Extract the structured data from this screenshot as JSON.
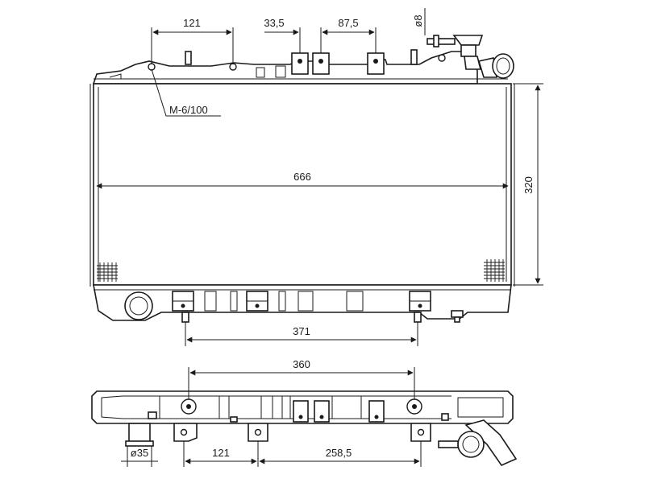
{
  "figure": {
    "dimensions": {
      "top_left_spacing": "121",
      "top_tab_pitch": "33,5",
      "top_tab_span": "87,5",
      "pipe_diameter": "ø8",
      "thread_spec": "M-6/100",
      "core_width": "666",
      "core_height": "320",
      "bottom_tab_span": "371",
      "plan_hole_span": "360",
      "plan_left_spacing": "121",
      "plan_right_spacing": "258,5",
      "outlet_diameter": "ø35"
    },
    "colors": {
      "line": "#1a1a1a",
      "background": "#ffffff"
    }
  }
}
